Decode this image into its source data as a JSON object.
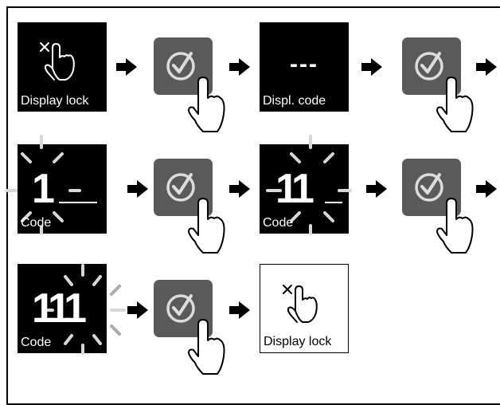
{
  "rows": [
    {
      "steps": [
        {
          "kind": "panel",
          "variant": "dark",
          "icon": "touch-lock-icon",
          "label": "Display lock"
        },
        {
          "kind": "arrow",
          "icon": "arrow-right-icon"
        },
        {
          "kind": "button",
          "icon": "checkmark-button-icon"
        },
        {
          "kind": "arrow",
          "icon": "arrow-right-icon"
        },
        {
          "kind": "panel",
          "variant": "dark",
          "display": "---",
          "label": "Displ. code"
        },
        {
          "kind": "arrow",
          "icon": "arrow-right-icon"
        },
        {
          "kind": "button",
          "icon": "checkmark-button-icon"
        },
        {
          "kind": "arrow",
          "icon": "arrow-right-icon"
        }
      ]
    },
    {
      "steps": [
        {
          "kind": "panel",
          "variant": "dark",
          "display": "1",
          "blinking": true,
          "label": "Code"
        },
        {
          "kind": "arrow",
          "icon": "arrow-right-icon"
        },
        {
          "kind": "button",
          "icon": "checkmark-button-icon"
        },
        {
          "kind": "arrow",
          "icon": "arrow-right-icon"
        },
        {
          "kind": "panel",
          "variant": "dark",
          "display": "11",
          "blinking": true,
          "label": "Code"
        },
        {
          "kind": "arrow",
          "icon": "arrow-right-icon"
        },
        {
          "kind": "button",
          "icon": "checkmark-button-icon"
        },
        {
          "kind": "arrow",
          "icon": "arrow-right-icon"
        }
      ]
    },
    {
      "steps": [
        {
          "kind": "panel",
          "variant": "dark",
          "display": "111",
          "blinking": true,
          "label": "Code"
        },
        {
          "kind": "arrow",
          "icon": "arrow-right-icon"
        },
        {
          "kind": "button",
          "icon": "checkmark-button-icon"
        },
        {
          "kind": "arrow",
          "icon": "arrow-right-icon"
        },
        {
          "kind": "panel",
          "variant": "light",
          "icon": "touch-lock-icon",
          "label": "Display lock"
        }
      ]
    }
  ],
  "colors": {
    "panel_dark": "#000000",
    "panel_light": "#ffffff",
    "button_fill": "#5a5a5a",
    "check_stroke": "#dcdcdc",
    "blink_rays": "#d8d8d8",
    "arrow": "#000000"
  }
}
